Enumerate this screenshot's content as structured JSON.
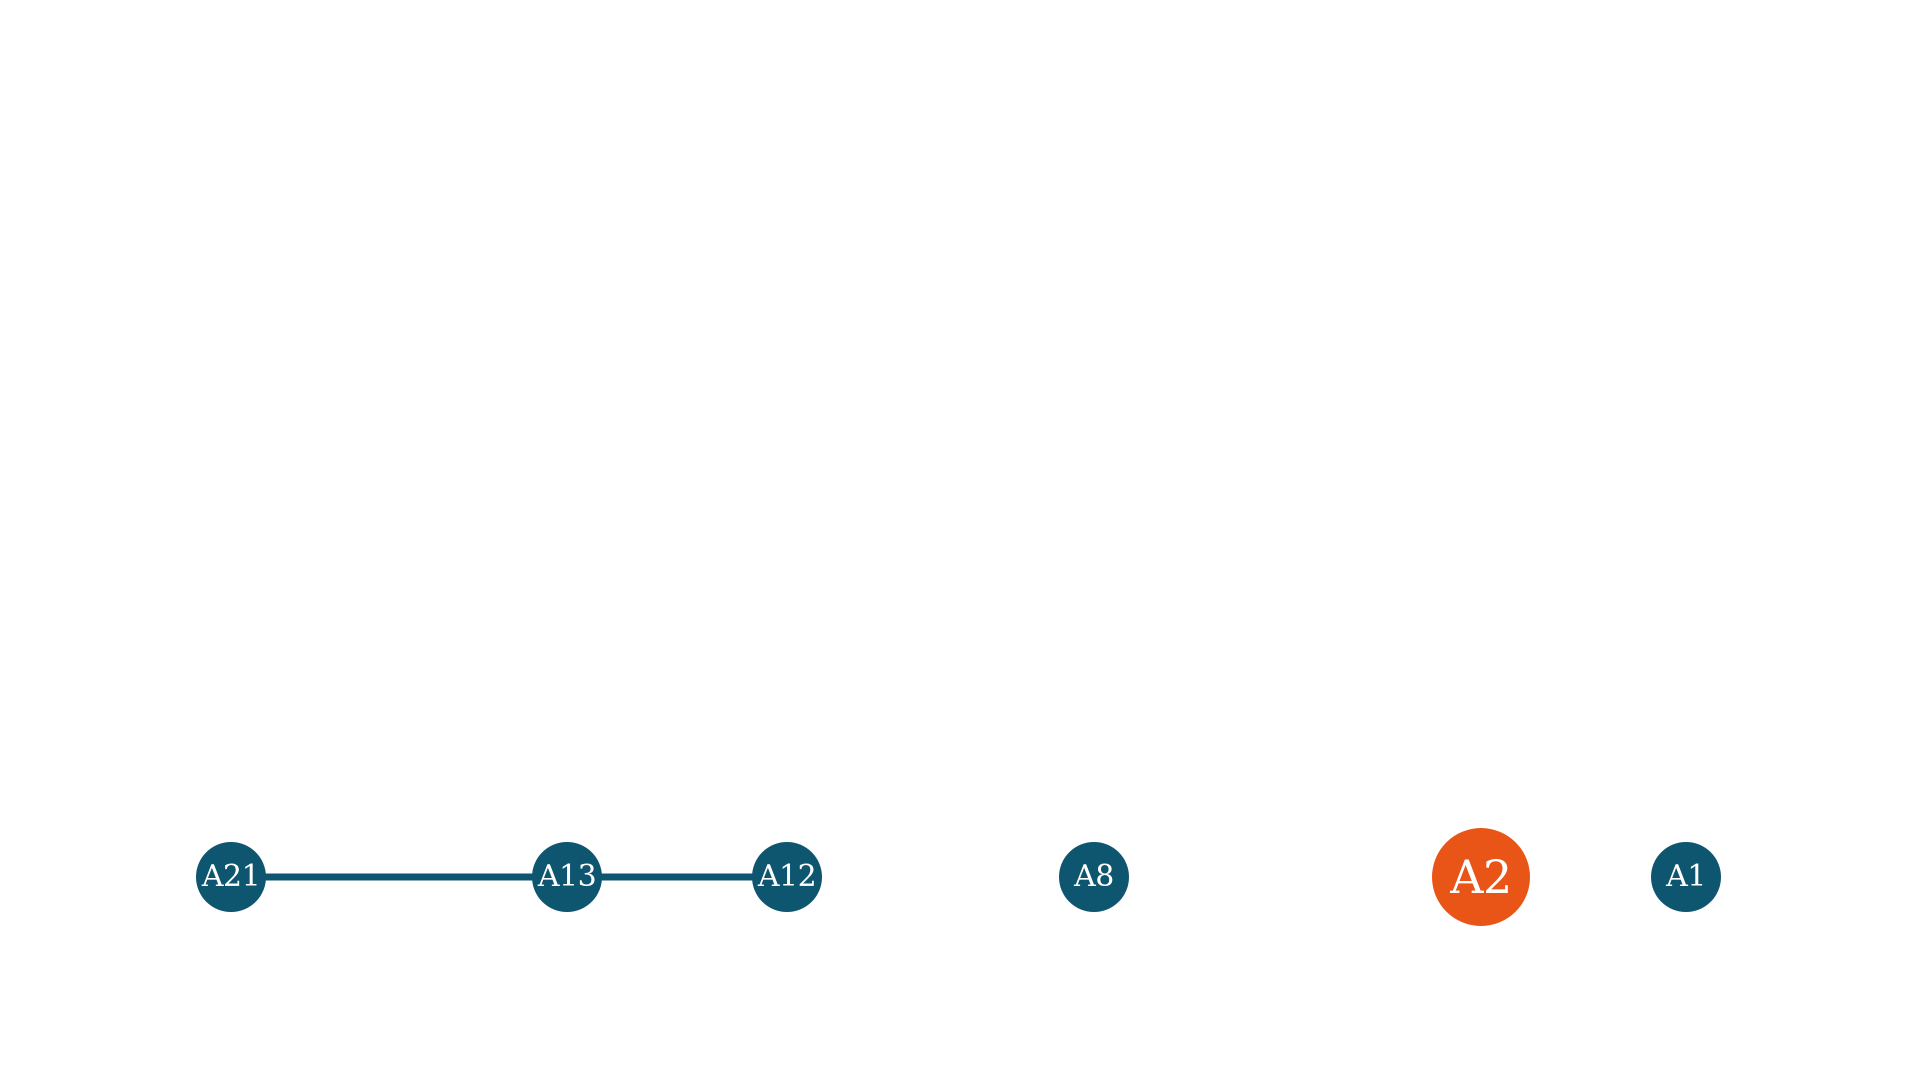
{
  "colors": {
    "node_default": "#0e5570",
    "node_active": "#e85517",
    "line_default": "#0e5570",
    "line_active": "#e85517",
    "background": "#ffffff"
  },
  "timeline": {
    "nodes": [
      {
        "id": "a21",
        "label": "A21",
        "active": false
      },
      {
        "id": "a13",
        "label": "A13",
        "active": false
      },
      {
        "id": "a12",
        "label": "A12",
        "active": false
      },
      {
        "id": "a8",
        "label": "A8",
        "active": false
      },
      {
        "id": "a2",
        "label": "A2",
        "active": true
      },
      {
        "id": "a1",
        "label": "A1",
        "active": false
      }
    ]
  }
}
